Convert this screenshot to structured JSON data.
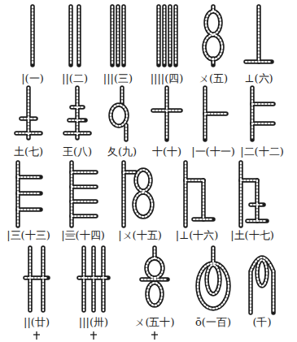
{
  "diagram": {
    "labels": [
      "|(一)",
      "||(二)",
      "|||(三)",
      "||||(四)",
      "ㄨ(五)",
      "⊥(六)",
      "土(七)",
      "王(八)",
      "夂(九)",
      "十(十)",
      "|一(十一)",
      "|二(十二)",
      "|三(十三)",
      "|亖(十四)",
      "|ㄨ(十五)",
      "|⊥(十六)",
      "|土(十七)",
      "||(廿)",
      "|||(卅)",
      "ㄨ(五十)",
      "ō(一百)",
      "(千)"
    ]
  }
}
